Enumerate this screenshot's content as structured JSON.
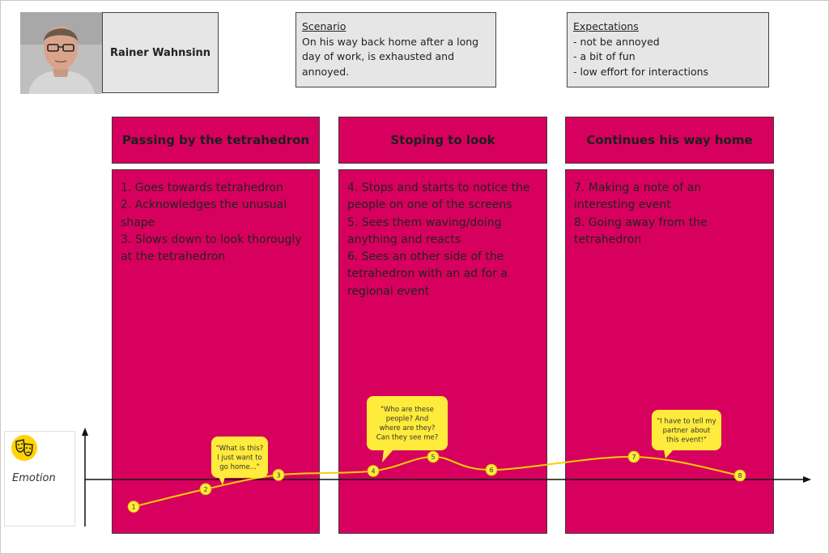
{
  "persona": {
    "name": "Rainer Wahnsinn"
  },
  "scenario": {
    "title": "Scenario",
    "lines": [
      "On his way back home after a long",
      "day of work, is exhausted and",
      "annoyed."
    ]
  },
  "expectations": {
    "title": "Expectations",
    "lines": [
      "- not be annoyed",
      "- a bit of fun",
      "- low effort for interactions"
    ]
  },
  "phases": [
    {
      "title": "Passing by the tetrahedron",
      "lines": [
        "1. Goes towards tetrahedron",
        "2. Acknowledges the unusual",
        "shape",
        "3. Slows down to look thorougly",
        "at the tetrahedron"
      ]
    },
    {
      "title": "Stoping to look",
      "lines": [
        "4. Stops and starts to notice the",
        "people on one of the screens",
        "5. Sees them waving/doing",
        "anything and reacts",
        "6. Sees an other side of the",
        "tetrahedron with an ad for a",
        "regional event"
      ]
    },
    {
      "title": "Continues his way home",
      "lines": [
        "7. Making a note of an",
        "interesting event",
        "8. Going away from the",
        "tetrahedron"
      ]
    }
  ],
  "emotion": {
    "label": "Emotion",
    "icon": "theater-masks-icon",
    "points": [
      {
        "step": "1",
        "level": -0.48
      },
      {
        "step": "2",
        "level": -0.17
      },
      {
        "step": "3",
        "level": 0.08
      },
      {
        "step": "4",
        "level": 0.15
      },
      {
        "step": "5",
        "level": 0.4
      },
      {
        "step": "6",
        "level": 0.17
      },
      {
        "step": "7",
        "level": 0.4
      },
      {
        "step": "8",
        "level": 0.07
      }
    ],
    "quotes": [
      {
        "lines": [
          "\"What is this?",
          "I just want to",
          "go home...\""
        ]
      },
      {
        "lines": [
          "\"Who are these",
          "people? And",
          "where are they?",
          "Can they see me?"
        ]
      },
      {
        "lines": [
          "\"I have to tell my",
          "partner about",
          "this event!\""
        ]
      }
    ]
  },
  "colors": {
    "phase": "#d8005e",
    "marker": "#ffeb3b",
    "curve": "#f5d000",
    "info_box": "#e6e6e6"
  }
}
